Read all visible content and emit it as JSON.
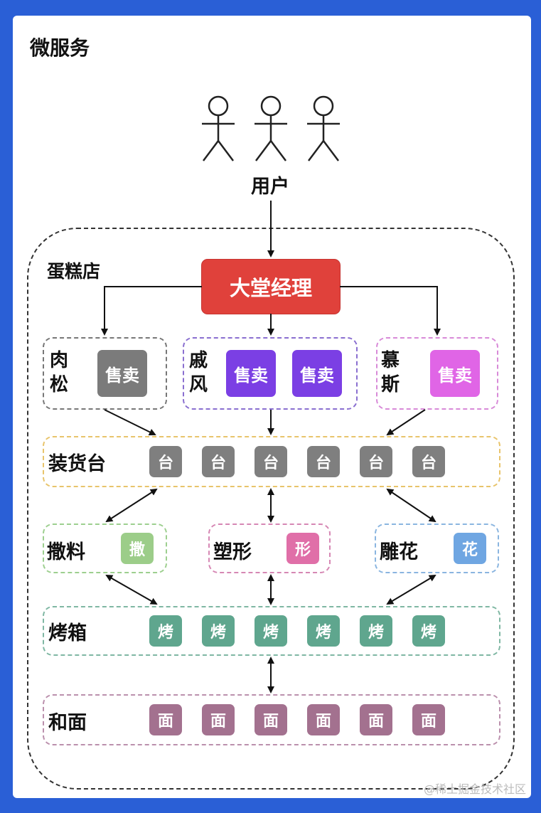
{
  "title": "微服务",
  "users_label": "用户",
  "shop_label": "蛋糕店",
  "manager": "大堂经理",
  "sellers": [
    {
      "name": "肉松",
      "tiles": [
        "售卖"
      ],
      "color": "#7b7b7b",
      "border": "#777777"
    },
    {
      "name": "戚风",
      "tiles": [
        "售卖",
        "售卖"
      ],
      "color": "#7b3fe4",
      "border": "#8a6fd0"
    },
    {
      "name": "慕斯",
      "tiles": [
        "售卖"
      ],
      "color": "#e065e6",
      "border": "#d88ad8"
    }
  ],
  "loading": {
    "name": "装货台",
    "tile": "台",
    "count": 6,
    "color": "#7f7f7f",
    "border": "#e8c46b"
  },
  "stations": [
    {
      "name": "撒料",
      "tile": "撒",
      "color": "#9ccd89",
      "border": "#9dcf8f"
    },
    {
      "name": "塑形",
      "tile": "形",
      "color": "#e06fa8",
      "border": "#d687b4"
    },
    {
      "name": "雕花",
      "tile": "花",
      "color": "#6fa6e2",
      "border": "#8ab5e0"
    }
  ],
  "oven": {
    "name": "烤箱",
    "tile": "烤",
    "count": 6,
    "color": "#5fa68e",
    "border": "#7fb7a3"
  },
  "dough": {
    "name": "和面",
    "tile": "面",
    "count": 6,
    "color": "#a3718f",
    "border": "#bb90ad"
  },
  "watermark": "@稀土掘金技术社区"
}
